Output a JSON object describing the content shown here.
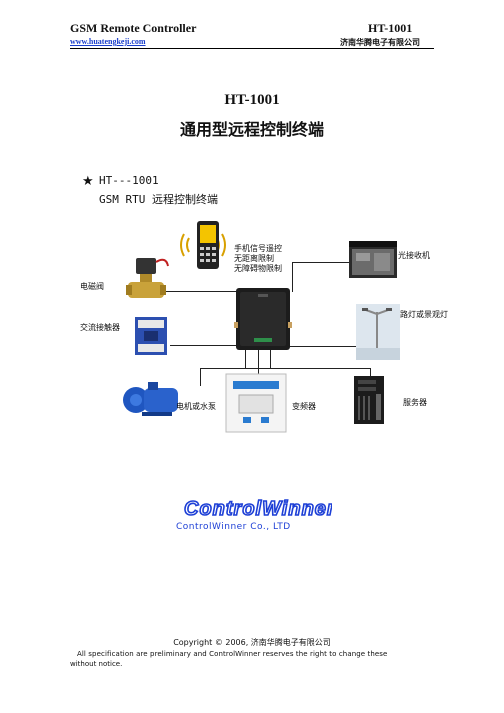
{
  "header": {
    "title": "GSM Remote Controller",
    "model": "HT-1001",
    "website": "www.huatengkeji.com",
    "company": "济南华腾电子有限公司"
  },
  "document": {
    "title_model": "HT-1001",
    "title_cn": "通用型远程控制终端"
  },
  "diagram": {
    "star": "★",
    "heading_line1": "HT---1001",
    "heading_line2": "GSM RTU 远程控制终端",
    "labels": {
      "phone": [
        "手机信号遥控",
        "无距离限制",
        "无障碍物限制"
      ],
      "solenoid_valve": "电磁阀",
      "contactor": "交流接触器",
      "pump": "电机或水泵",
      "inverter": "变频器",
      "optical": "光接收机",
      "streetlight": "路灯或景观灯",
      "server": "服务器"
    }
  },
  "logo": {
    "brand": "ControlWinner",
    "subtitle": "ControlWinner Co., LTD",
    "color": "#1d3fd6"
  },
  "footer": {
    "copyright": "Copyright © 2006, 济南华腾电子有限公司",
    "disclaimer_line1": "All specification are preliminary and ControlWinner reserves the right to change these",
    "disclaimer_line2": "without notice."
  }
}
